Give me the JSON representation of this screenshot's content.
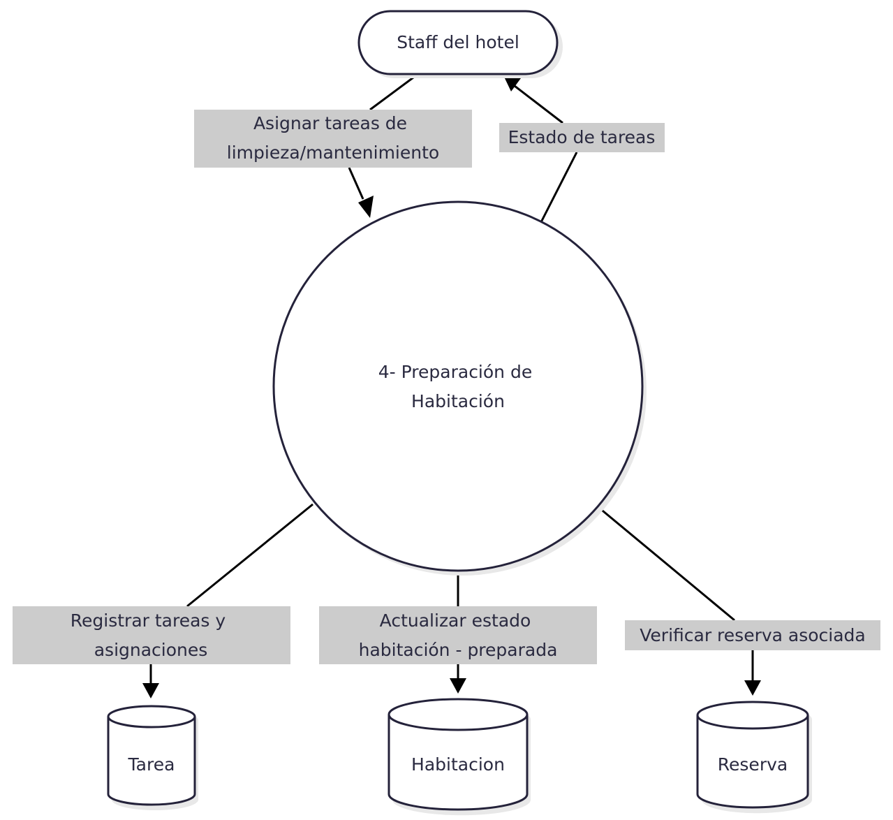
{
  "nodes": {
    "external_entity": "Staff del hotel",
    "process_line1": "4- Preparación de",
    "process_line2": "Habitación",
    "store_tarea": "Tarea",
    "store_habitacion": "Habitacion",
    "store_reserva": "Reserva"
  },
  "flows": {
    "assign_line1": "Asignar tareas de",
    "assign_line2": "limpieza/mantenimiento",
    "status": "Estado de tareas",
    "register_line1": "Registrar tareas y",
    "register_line2": "asignaciones",
    "update_line1": "Actualizar estado",
    "update_line2": "habitación - preparada",
    "verify": "Verificar reserva asociada"
  },
  "colors": {
    "label_background": "#cccccc",
    "stroke": "#24223a",
    "arrow": "#000000"
  }
}
